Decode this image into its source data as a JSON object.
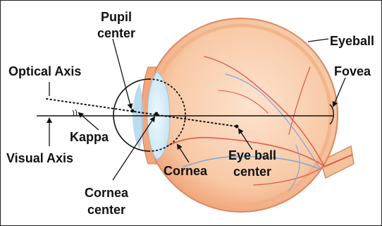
{
  "labels": {
    "pupil_center": [
      "Pupil",
      "center"
    ],
    "eyeball": "Eyeball",
    "optical_axis": "Optical Axis",
    "fovea": "Fovea",
    "kappa": "Kappa",
    "visual_axis": "Visual Axis",
    "cornea": "Cornea",
    "eye_ball_center": [
      "Eye ball",
      "center"
    ],
    "cornea_center": [
      "Cornea",
      "center"
    ]
  },
  "colors": {
    "sclera_outer": "#f6b98f",
    "sclera_edge": "#d98a60",
    "eye_interior": "#fad2b3",
    "iris_cornea": "#cfe8f4",
    "blood_vessel_red": "#e0564a",
    "blood_vessel_blue": "#7da7d6",
    "line": "#111111"
  }
}
